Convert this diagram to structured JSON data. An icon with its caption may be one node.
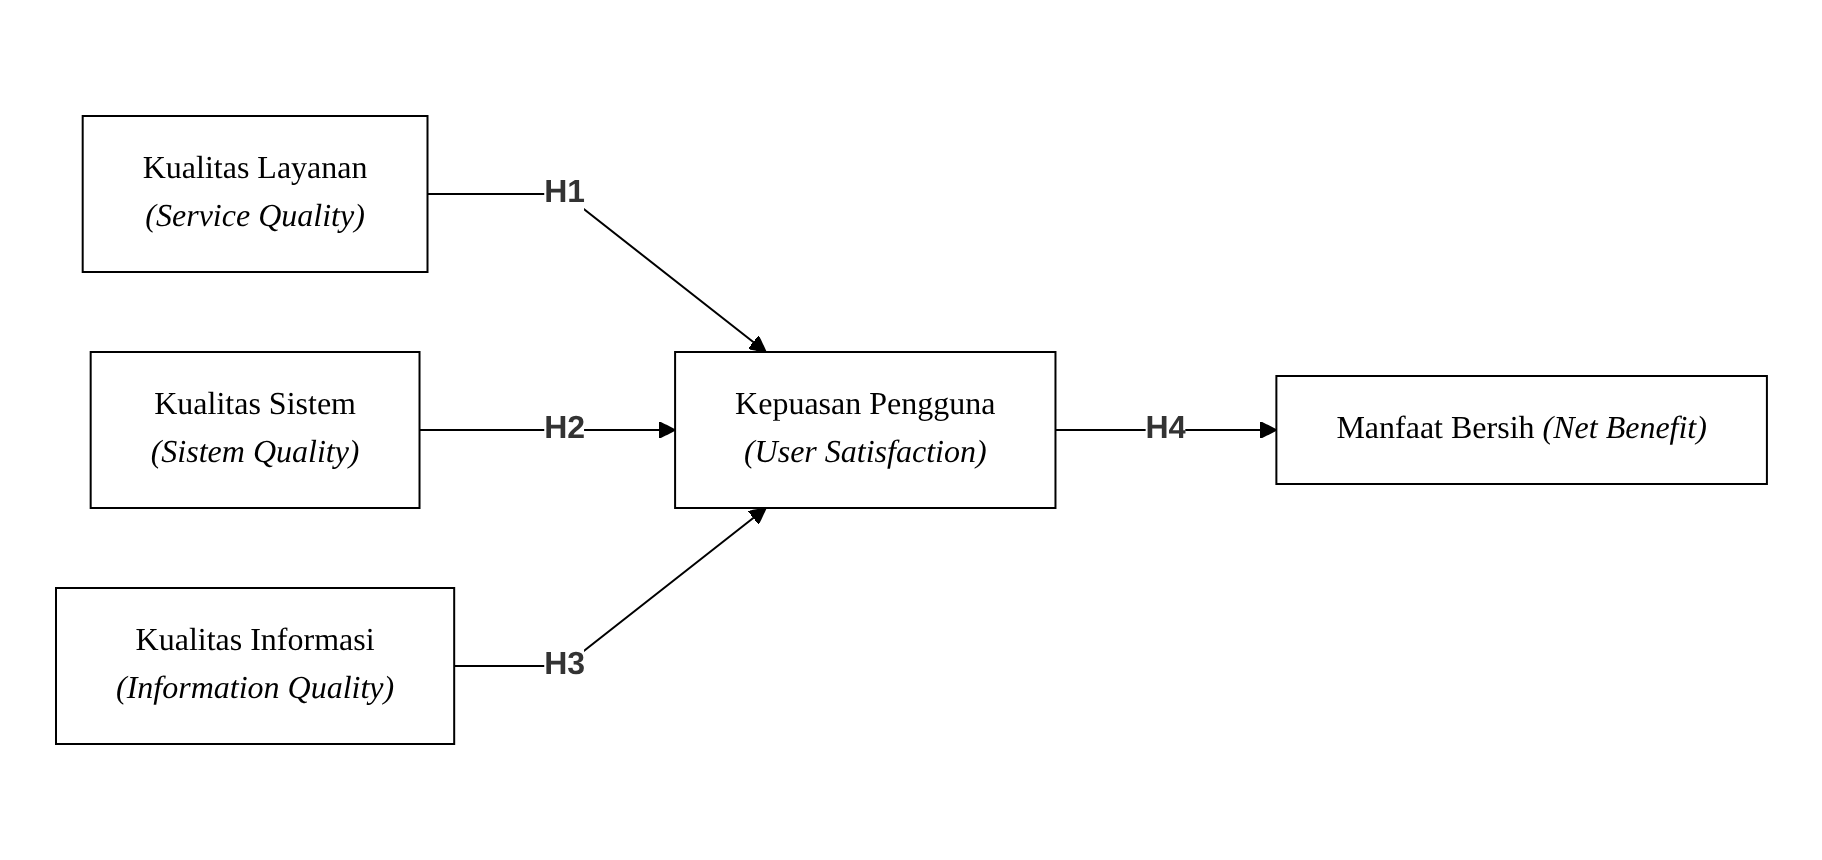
{
  "diagram": {
    "nodes": [
      {
        "text": [
          "Kualitas Layanan",
          "(Service Quality)"
        ]
      },
      {
        "text": [
          "Kualitas Sistem",
          "(Sistem Quality)"
        ]
      },
      {
        "text": [
          "Kualitas Informasi",
          "(Information Quality)"
        ]
      },
      {
        "text": [
          "Kepuasan Pengguna",
          "(User Satisfaction)"
        ]
      },
      {
        "text": [
          "Manfaat Bersih *(Net Benefit)*"
        ]
      }
    ],
    "edges": [
      {
        "from": 0,
        "to": 3,
        "arrow": "to",
        "label": "H1"
      },
      {
        "from": 1,
        "to": 3,
        "arrow": "to",
        "label": "H2"
      },
      {
        "from": 2,
        "to": 3,
        "arrow": "to",
        "label": "H3"
      },
      {
        "from": 3,
        "to": 4,
        "arrow": "to",
        "label": "H4"
      }
    ]
  }
}
